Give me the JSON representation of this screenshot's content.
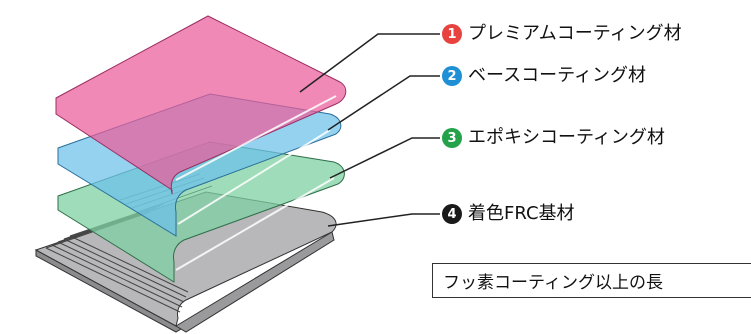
{
  "layers": [
    {
      "number": "1",
      "label": "プレミアムコーティング材",
      "badge_color": "#e8423f",
      "fill_color": "#ec5c9a"
    },
    {
      "number": "2",
      "label": "ベースコーティング材",
      "badge_color": "#1f8fd6",
      "fill_color": "#6cc1ea"
    },
    {
      "number": "3",
      "label": "エポキシコーティング材",
      "badge_color": "#23a24a",
      "fill_color": "#7dd0a3"
    },
    {
      "number": "4",
      "label": "着色FRC基材",
      "badge_color": "#1a1a1a",
      "fill_color": "#b8b8bb"
    }
  ],
  "note": "フッ素コーティング以上の長"
}
